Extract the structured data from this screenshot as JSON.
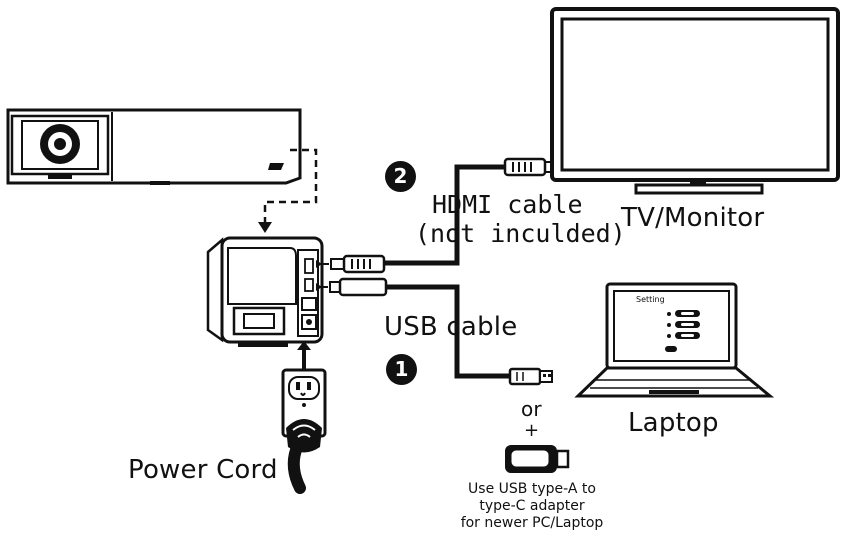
{
  "labels": {
    "hdmi_line1": "HDMI cable",
    "hdmi_line2": "(not inculded)",
    "tv_monitor": "TV/Monitor",
    "usb_cable": "USB cable",
    "laptop": "Laptop",
    "power_cord": "Power Cord",
    "or": "or",
    "plus": "+",
    "adapter_note": [
      "Use USB type-A to",
      "type-C adapter",
      "for newer PC/Laptop"
    ],
    "laptop_screen_title": "Setting"
  },
  "steps": [
    {
      "number": "2",
      "refers_to": "HDMI cable"
    },
    {
      "number": "1",
      "refers_to": "USB cable"
    }
  ]
}
